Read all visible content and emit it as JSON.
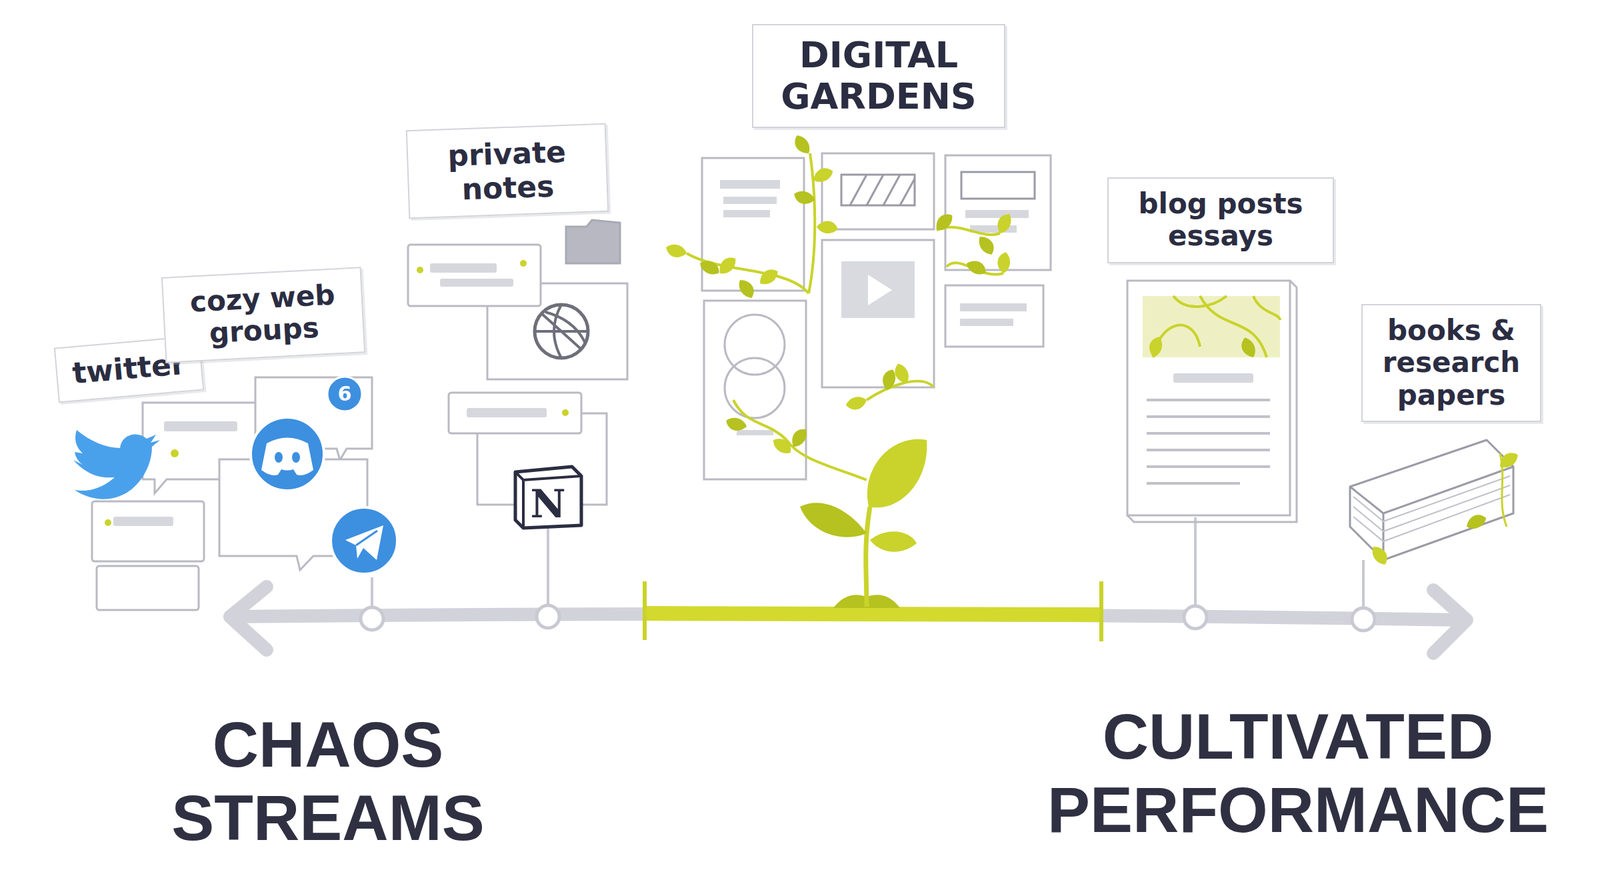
{
  "diagram": {
    "nodes": [
      {
        "text": [
          "twitter"
        ]
      },
      {
        "text": [
          "cozy web groups"
        ]
      },
      {
        "text": [
          "private notes"
        ]
      },
      {
        "text": [
          "DIGITAL GARDENS"
        ]
      },
      {
        "text": [
          "blog posts essays"
        ]
      },
      {
        "text": [
          "books & research papers"
        ]
      }
    ],
    "labels": [
      "6",
      "N",
      "CHAOS STREAMS",
      "CULTIVATED PERFORMANCE"
    ]
  }
}
